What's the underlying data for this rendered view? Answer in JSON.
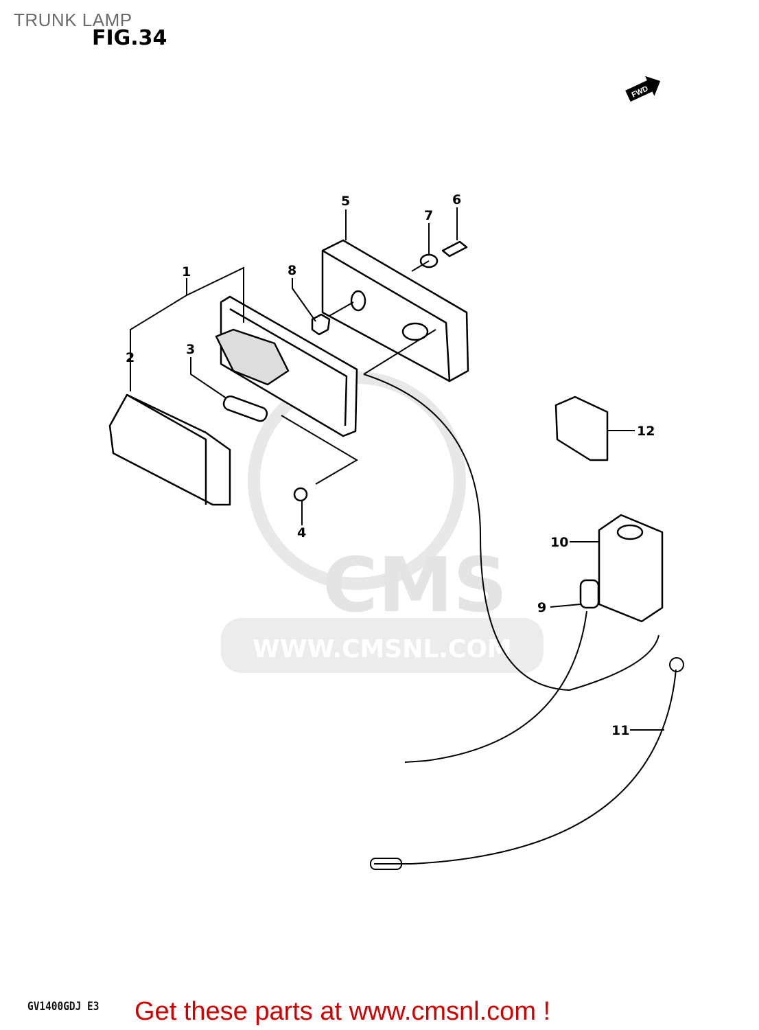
{
  "header": {
    "title": "TRUNK LAMP",
    "figure": "FIG.34"
  },
  "direction_marker": {
    "label": "FWD",
    "icon": "forward-arrow-icon"
  },
  "diagram": {
    "callouts": [
      "1",
      "2",
      "3",
      "4",
      "5",
      "6",
      "7",
      "8",
      "9",
      "10",
      "11",
      "12"
    ]
  },
  "watermark": {
    "logo_text": "CMS",
    "url_text": "WWW.CMSNL.COM"
  },
  "footer": {
    "model_code": "GV1400GDJ E3",
    "promo": "Get these parts at www.cmsnl.com !"
  },
  "colors": {
    "promo": "#d00000",
    "title": "#6b6b6b",
    "watermark": "#e4e4e4"
  }
}
